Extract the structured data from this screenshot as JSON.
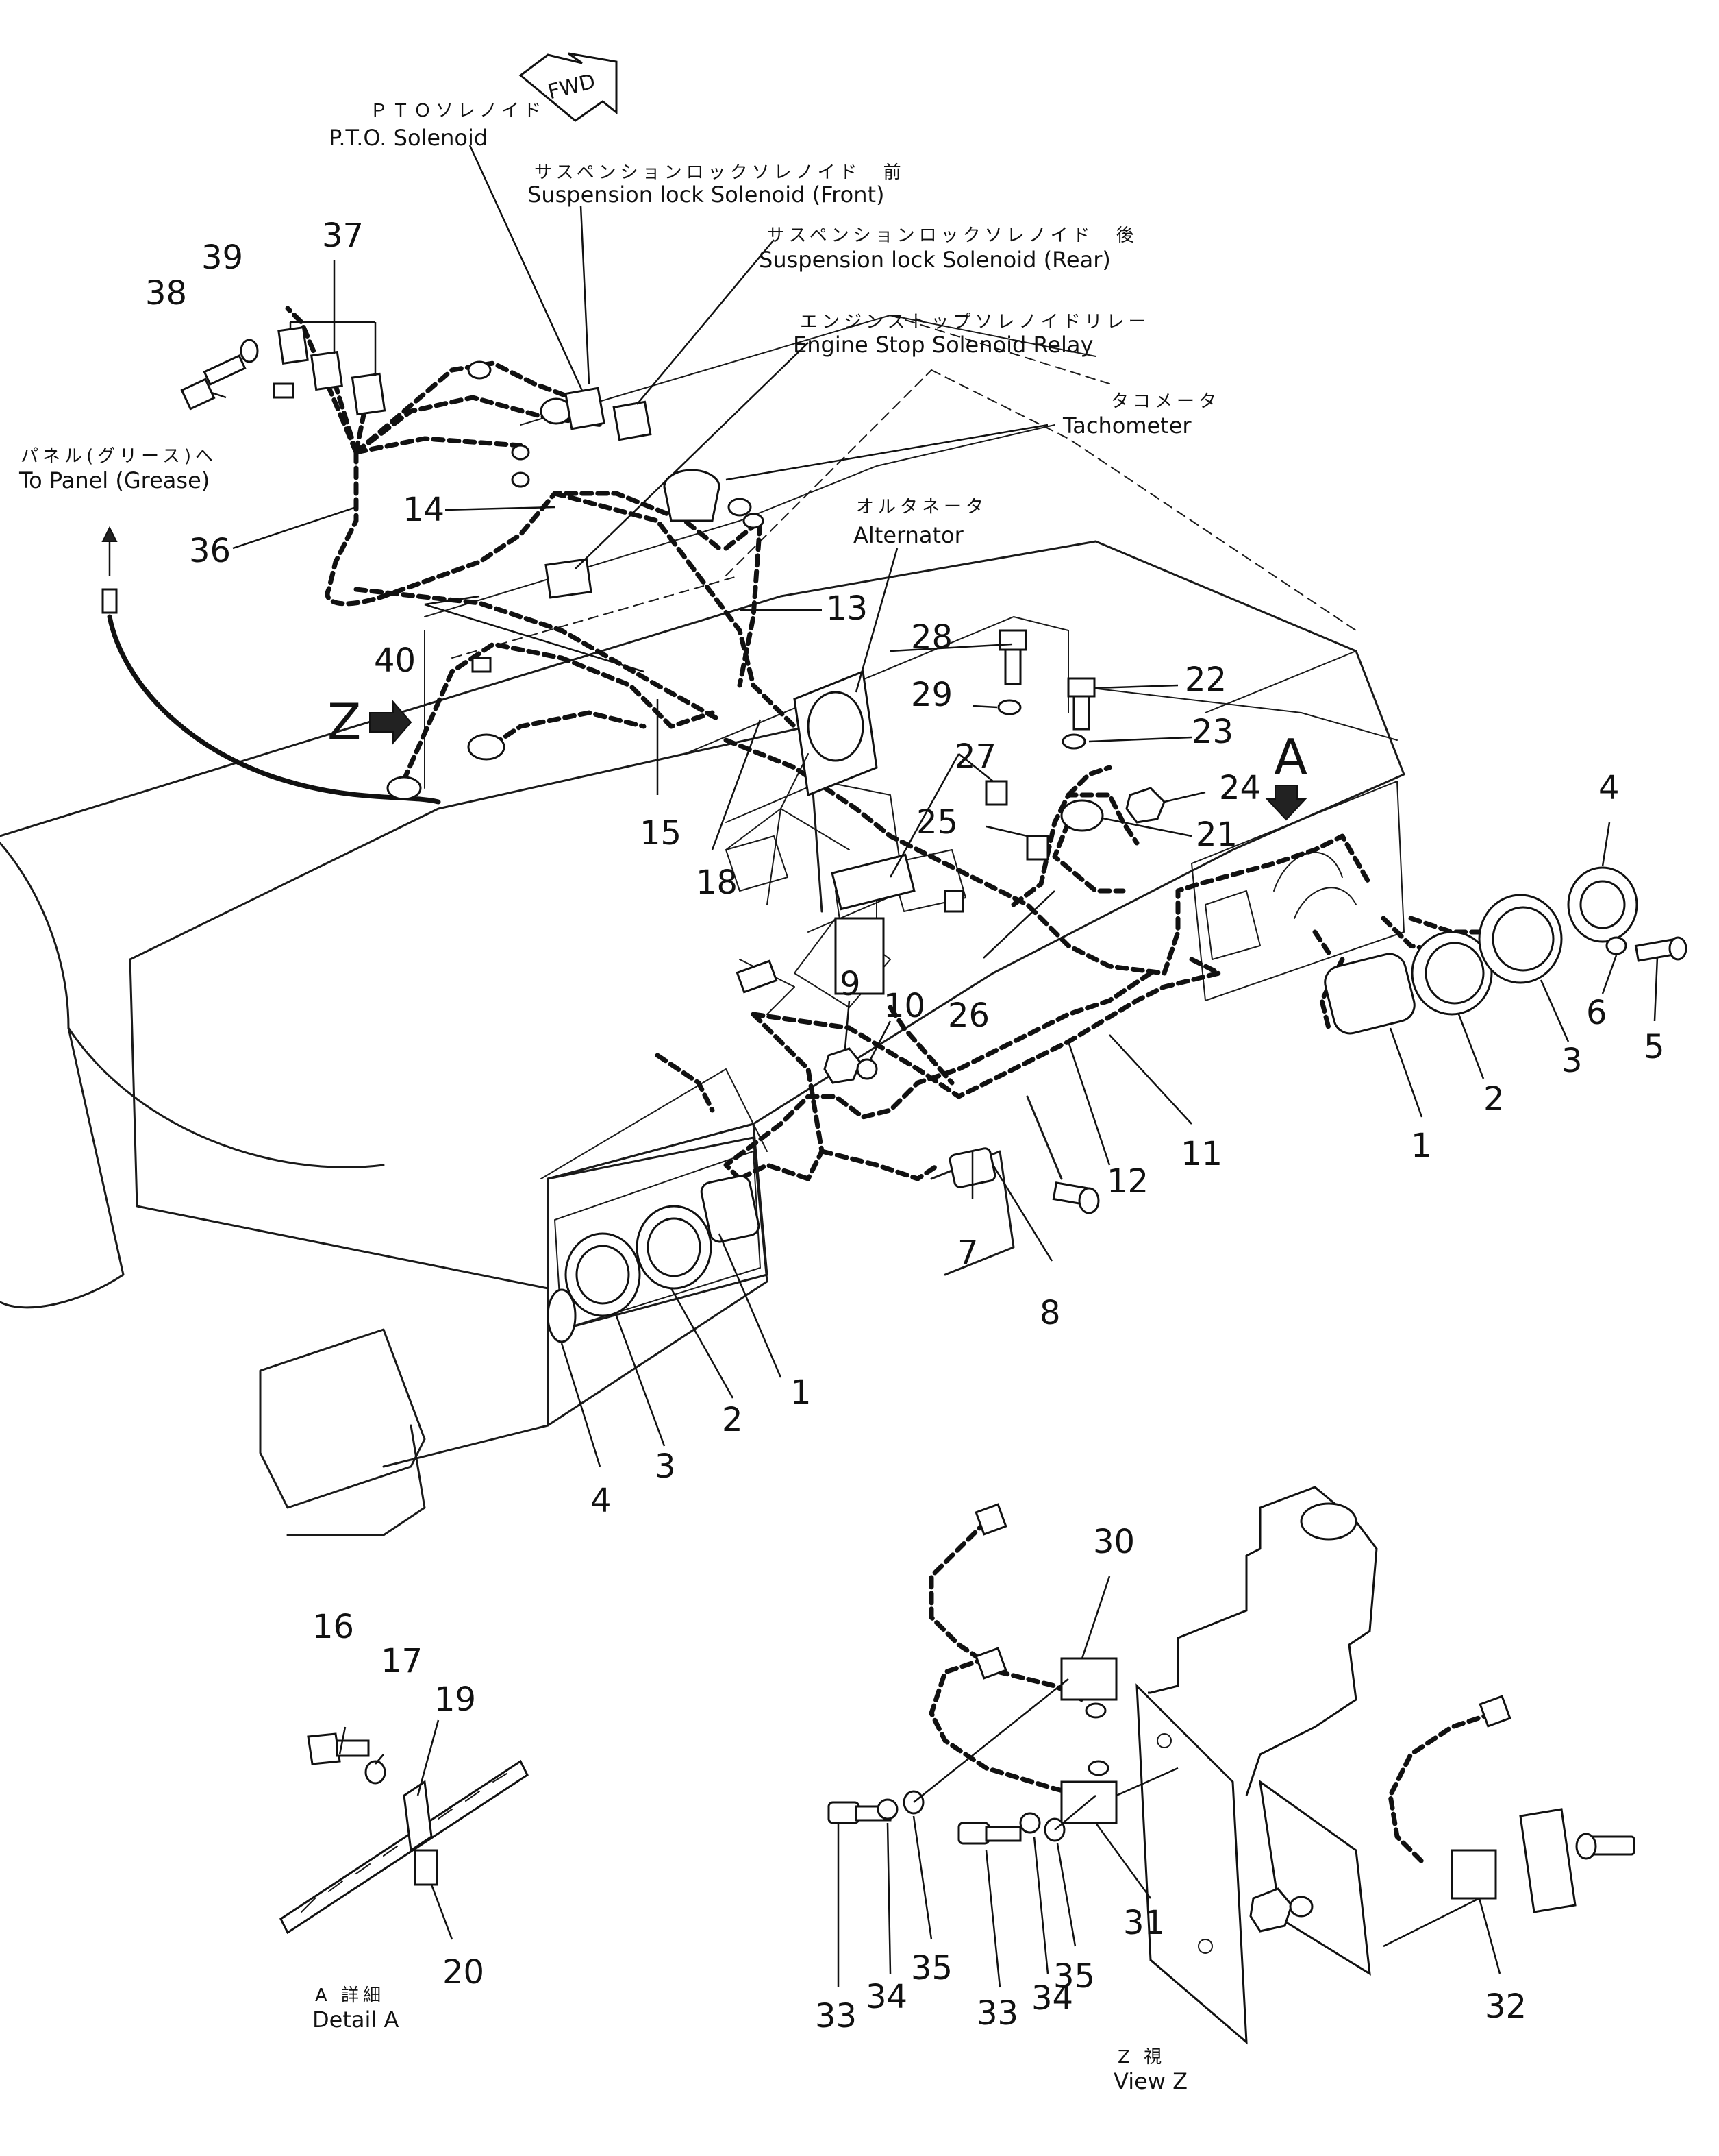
{
  "labels": {
    "pto_jp": "ＰＴＯソレノイド",
    "pto_en": "P.T.O. Solenoid",
    "susp_front_jp": "サスペンションロックソレノイド　前",
    "susp_front_en": "Suspension lock Solenoid (Front)",
    "susp_rear_jp": "サスペンションロックソレノイド　後",
    "susp_rear_en": "Suspension lock Solenoid (Rear)",
    "engine_stop_jp": "エンジンストップソレノイドリレー",
    "engine_stop_en": "Engine Stop Solenoid Relay",
    "tacho_jp": "タコメータ",
    "tacho_en": "Tachometer",
    "alternator_jp": "オルタネータ",
    "alternator_en": "Alternator",
    "panel_jp": "パネル(グリース)へ",
    "panel_en": "To Panel (Grease)",
    "fwd": "FWD",
    "z_marker": "Z",
    "a_marker": "A",
    "detail_a_jp": "A 詳細",
    "detail_a_en": "Detail A",
    "view_z_jp": "Z 視",
    "view_z_en": "View Z"
  },
  "callouts": {
    "c1a": "1",
    "c1b": "1",
    "c2a": "2",
    "c2b": "2",
    "c3a": "3",
    "c3b": "3",
    "c4a": "4",
    "c4b": "4",
    "c5": "5",
    "c6": "6",
    "c7": "7",
    "c8": "8",
    "c9": "9",
    "c10": "10",
    "c11": "11",
    "c12": "12",
    "c13": "13",
    "c14": "14",
    "c15": "15",
    "c16": "16",
    "c17": "17",
    "c18": "18",
    "c19": "19",
    "c20": "20",
    "c21": "21",
    "c22": "22",
    "c23": "23",
    "c24": "24",
    "c25": "25",
    "c26": "26",
    "c27": "27",
    "c28": "28",
    "c29": "29",
    "c30": "30",
    "c31": "31",
    "c32": "32",
    "c33a": "33",
    "c33b": "33",
    "c34a": "34",
    "c34b": "34",
    "c35a": "35",
    "c35b": "35",
    "c36": "36",
    "c37": "37",
    "c38": "38",
    "c39": "39",
    "c40": "40"
  }
}
